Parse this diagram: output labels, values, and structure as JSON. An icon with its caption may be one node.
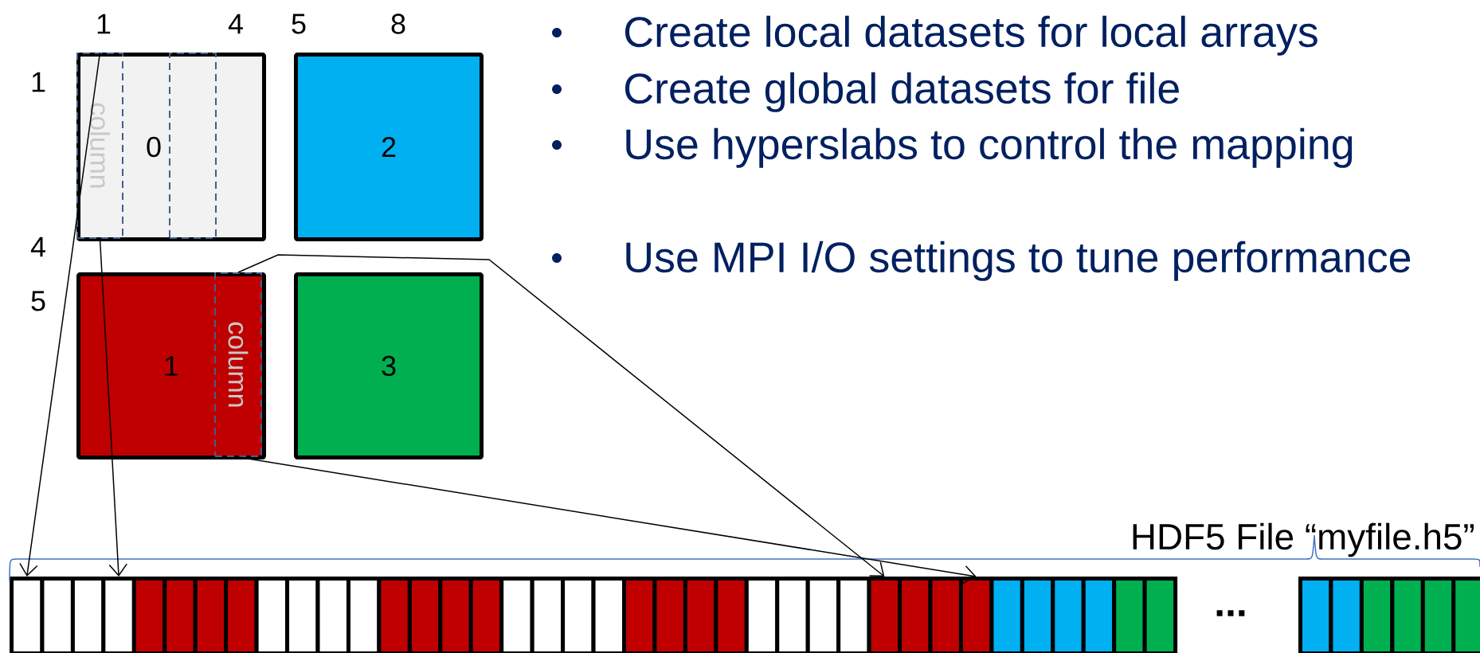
{
  "diagram": {
    "nodes": [
      {
        "text": [
          "0"
        ]
      },
      {
        "text": [
          "column"
        ],
        "in": 0
      },
      {
        "text": [],
        "shape": "box",
        "in": 0
      },
      {
        "text": [
          "2"
        ]
      },
      {
        "text": [
          "1"
        ]
      },
      {
        "text": [
          "column"
        ],
        "in": 4
      },
      {
        "text": [
          "3"
        ]
      },
      {
        "text": [],
        "shape": "box"
      },
      {
        "text": [],
        "shape": "box"
      },
      {
        "text": [],
        "shape": "box"
      },
      {
        "text": [],
        "shape": "box"
      },
      {
        "text": [],
        "shape": "box"
      },
      {
        "text": [],
        "shape": "box"
      },
      {
        "text": [],
        "shape": "box"
      },
      {
        "text": [],
        "shape": "box"
      },
      {
        "text": [],
        "shape": "box"
      },
      {
        "text": [],
        "shape": "box"
      },
      {
        "text": [],
        "shape": "box"
      },
      {
        "text": [],
        "shape": "box"
      },
      {
        "text": [],
        "shape": "box"
      },
      {
        "text": [],
        "shape": "box"
      },
      {
        "text": [],
        "shape": "box"
      },
      {
        "text": [],
        "shape": "box"
      },
      {
        "text": [],
        "shape": "box"
      },
      {
        "text": [],
        "shape": "box"
      },
      {
        "text": [],
        "shape": "box"
      },
      {
        "text": [],
        "shape": "box"
      },
      {
        "text": [],
        "shape": "box"
      },
      {
        "text": [],
        "shape": "box"
      },
      {
        "text": [],
        "shape": "box"
      },
      {
        "text": [],
        "shape": "box"
      },
      {
        "text": [],
        "shape": "box"
      },
      {
        "text": [],
        "shape": "box"
      },
      {
        "text": [],
        "shape": "box"
      },
      {
        "text": [],
        "shape": "box"
      },
      {
        "text": [],
        "shape": "box"
      },
      {
        "text": [],
        "shape": "box"
      },
      {
        "text": [],
        "shape": "box"
      },
      {
        "text": [],
        "shape": "box"
      },
      {
        "text": [],
        "shape": "box"
      },
      {
        "text": [],
        "shape": "box"
      },
      {
        "text": [],
        "shape": "box"
      },
      {
        "text": [],
        "shape": "box"
      },
      {
        "text": [],
        "shape": "box"
      },
      {
        "text": [],
        "shape": "box"
      },
      {
        "text": [],
        "shape": "box"
      },
      {
        "text": [],
        "shape": "box"
      },
      {
        "text": [],
        "shape": "box"
      },
      {
        "text": [],
        "shape": "box"
      },
      {
        "text": [],
        "shape": "box"
      },
      {
        "text": [],
        "shape": "box"
      }
    ],
    "edges": [
      {
        "from": 1,
        "to": 7,
        "arrow": "to"
      },
      {
        "from": 1,
        "to": 10,
        "arrow": "to"
      },
      {
        "from": 5,
        "to": 35,
        "arrow": "to"
      },
      {
        "from": 5,
        "to": 38,
        "arrow": "to"
      }
    ],
    "labels": [
      "1",
      "4",
      "5",
      "8",
      "Create local datasets for local arrays",
      "1",
      "Create global datasets for file",
      "Use hyperslabs to control the mapping",
      "4",
      "Use MPI I/O settings to tune performance",
      "5",
      "HDF5 File “myfile.h5”",
      "..."
    ]
  }
}
